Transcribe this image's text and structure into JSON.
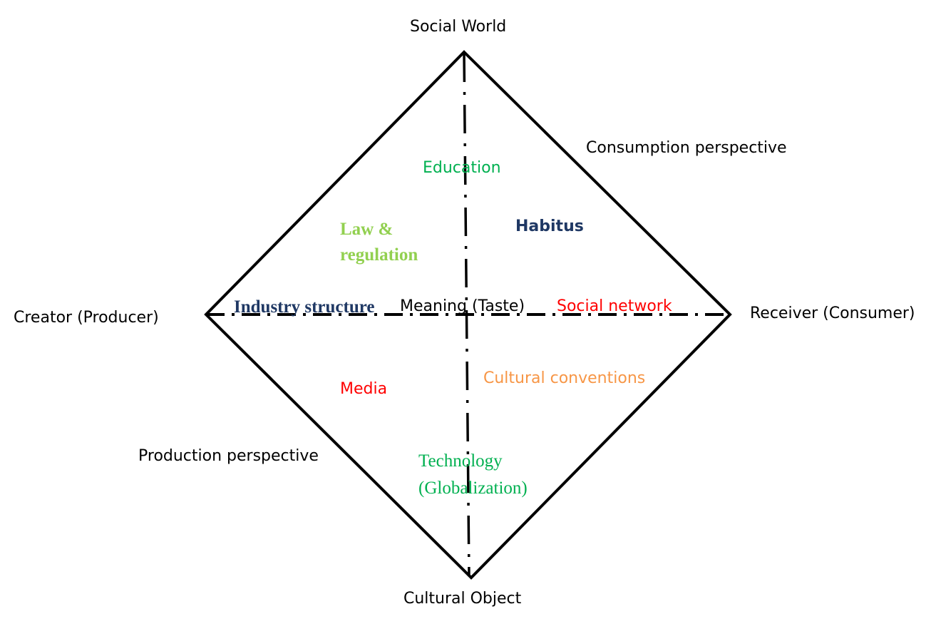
{
  "vertices": {
    "top": "Social World",
    "left": "Creator (Producer)",
    "right": "Receiver (Consumer)",
    "bottom": "Cultural Object"
  },
  "perspectives": {
    "consumption": "Consumption perspective",
    "production": "Production perspective"
  },
  "factors": {
    "education": {
      "label": "Education",
      "color": "#00b050"
    },
    "law_line1": {
      "label": "Law &",
      "color": "#92d050"
    },
    "law_line2": {
      "label": "regulation",
      "color": "#92d050"
    },
    "habitus": {
      "label": "Habitus",
      "color": "#1f3864"
    },
    "industry": {
      "label": "Industry structure",
      "color": "#1f3864"
    },
    "meaning": {
      "label": "Meaning (Taste)",
      "color": "#000000"
    },
    "social_network": {
      "label": "Social network",
      "color": "#ff0000"
    },
    "media": {
      "label": "Media",
      "color": "#ff0000"
    },
    "cultural_conventions": {
      "label": "Cultural conventions",
      "color": "#f79646"
    },
    "technology_line1": {
      "label": "Technology",
      "color": "#00b050"
    },
    "technology_line2": {
      "label": "(Globalization)",
      "color": "#00b050"
    }
  }
}
